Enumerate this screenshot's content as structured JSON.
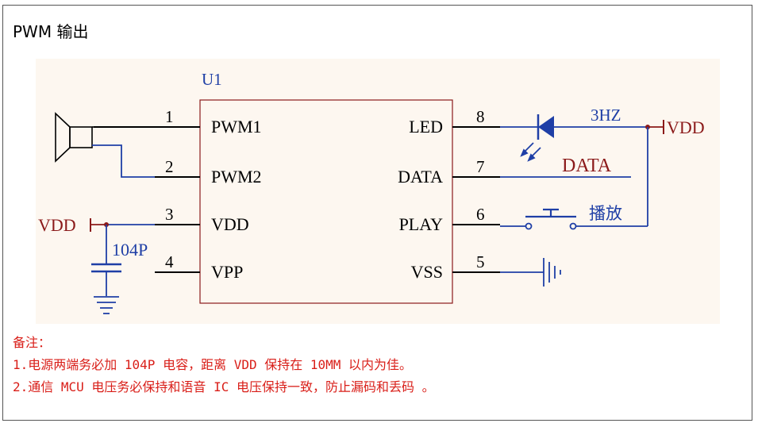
{
  "title": "PWM 输出",
  "schematic": {
    "chip_ref": "U1",
    "left_pins": [
      {
        "num": "1",
        "name": "PWM1"
      },
      {
        "num": "2",
        "name": "PWM2"
      },
      {
        "num": "3",
        "name": "VDD"
      },
      {
        "num": "4",
        "name": "VPP"
      }
    ],
    "right_pins": [
      {
        "num": "8",
        "name": "LED"
      },
      {
        "num": "7",
        "name": "DATA"
      },
      {
        "num": "6",
        "name": "PLAY"
      },
      {
        "num": "5",
        "name": "VSS"
      }
    ],
    "led_label": "3HZ",
    "data_label": "DATA",
    "button_label": "播放",
    "vdd_left_label": "VDD",
    "vdd_right_label": "VDD",
    "cap_label": "104P",
    "colors": {
      "wire": "#1f3fa6",
      "pin_line": "#000000",
      "power": "#8b1a1a",
      "net_label": "#8b1a1a",
      "chip_border": "#8b1a1a",
      "background": "#fdf7f0",
      "note_text": "#d91e18"
    }
  },
  "notes": {
    "heading": "备注：",
    "line1": "1.电源两端务必加 104P 电容，距离 VDD 保持在 10MM 以内为佳。",
    "line2": "2.通信 MCU 电压务必保持和语音 IC 电压保持一致，防止漏码和丢码 。"
  }
}
